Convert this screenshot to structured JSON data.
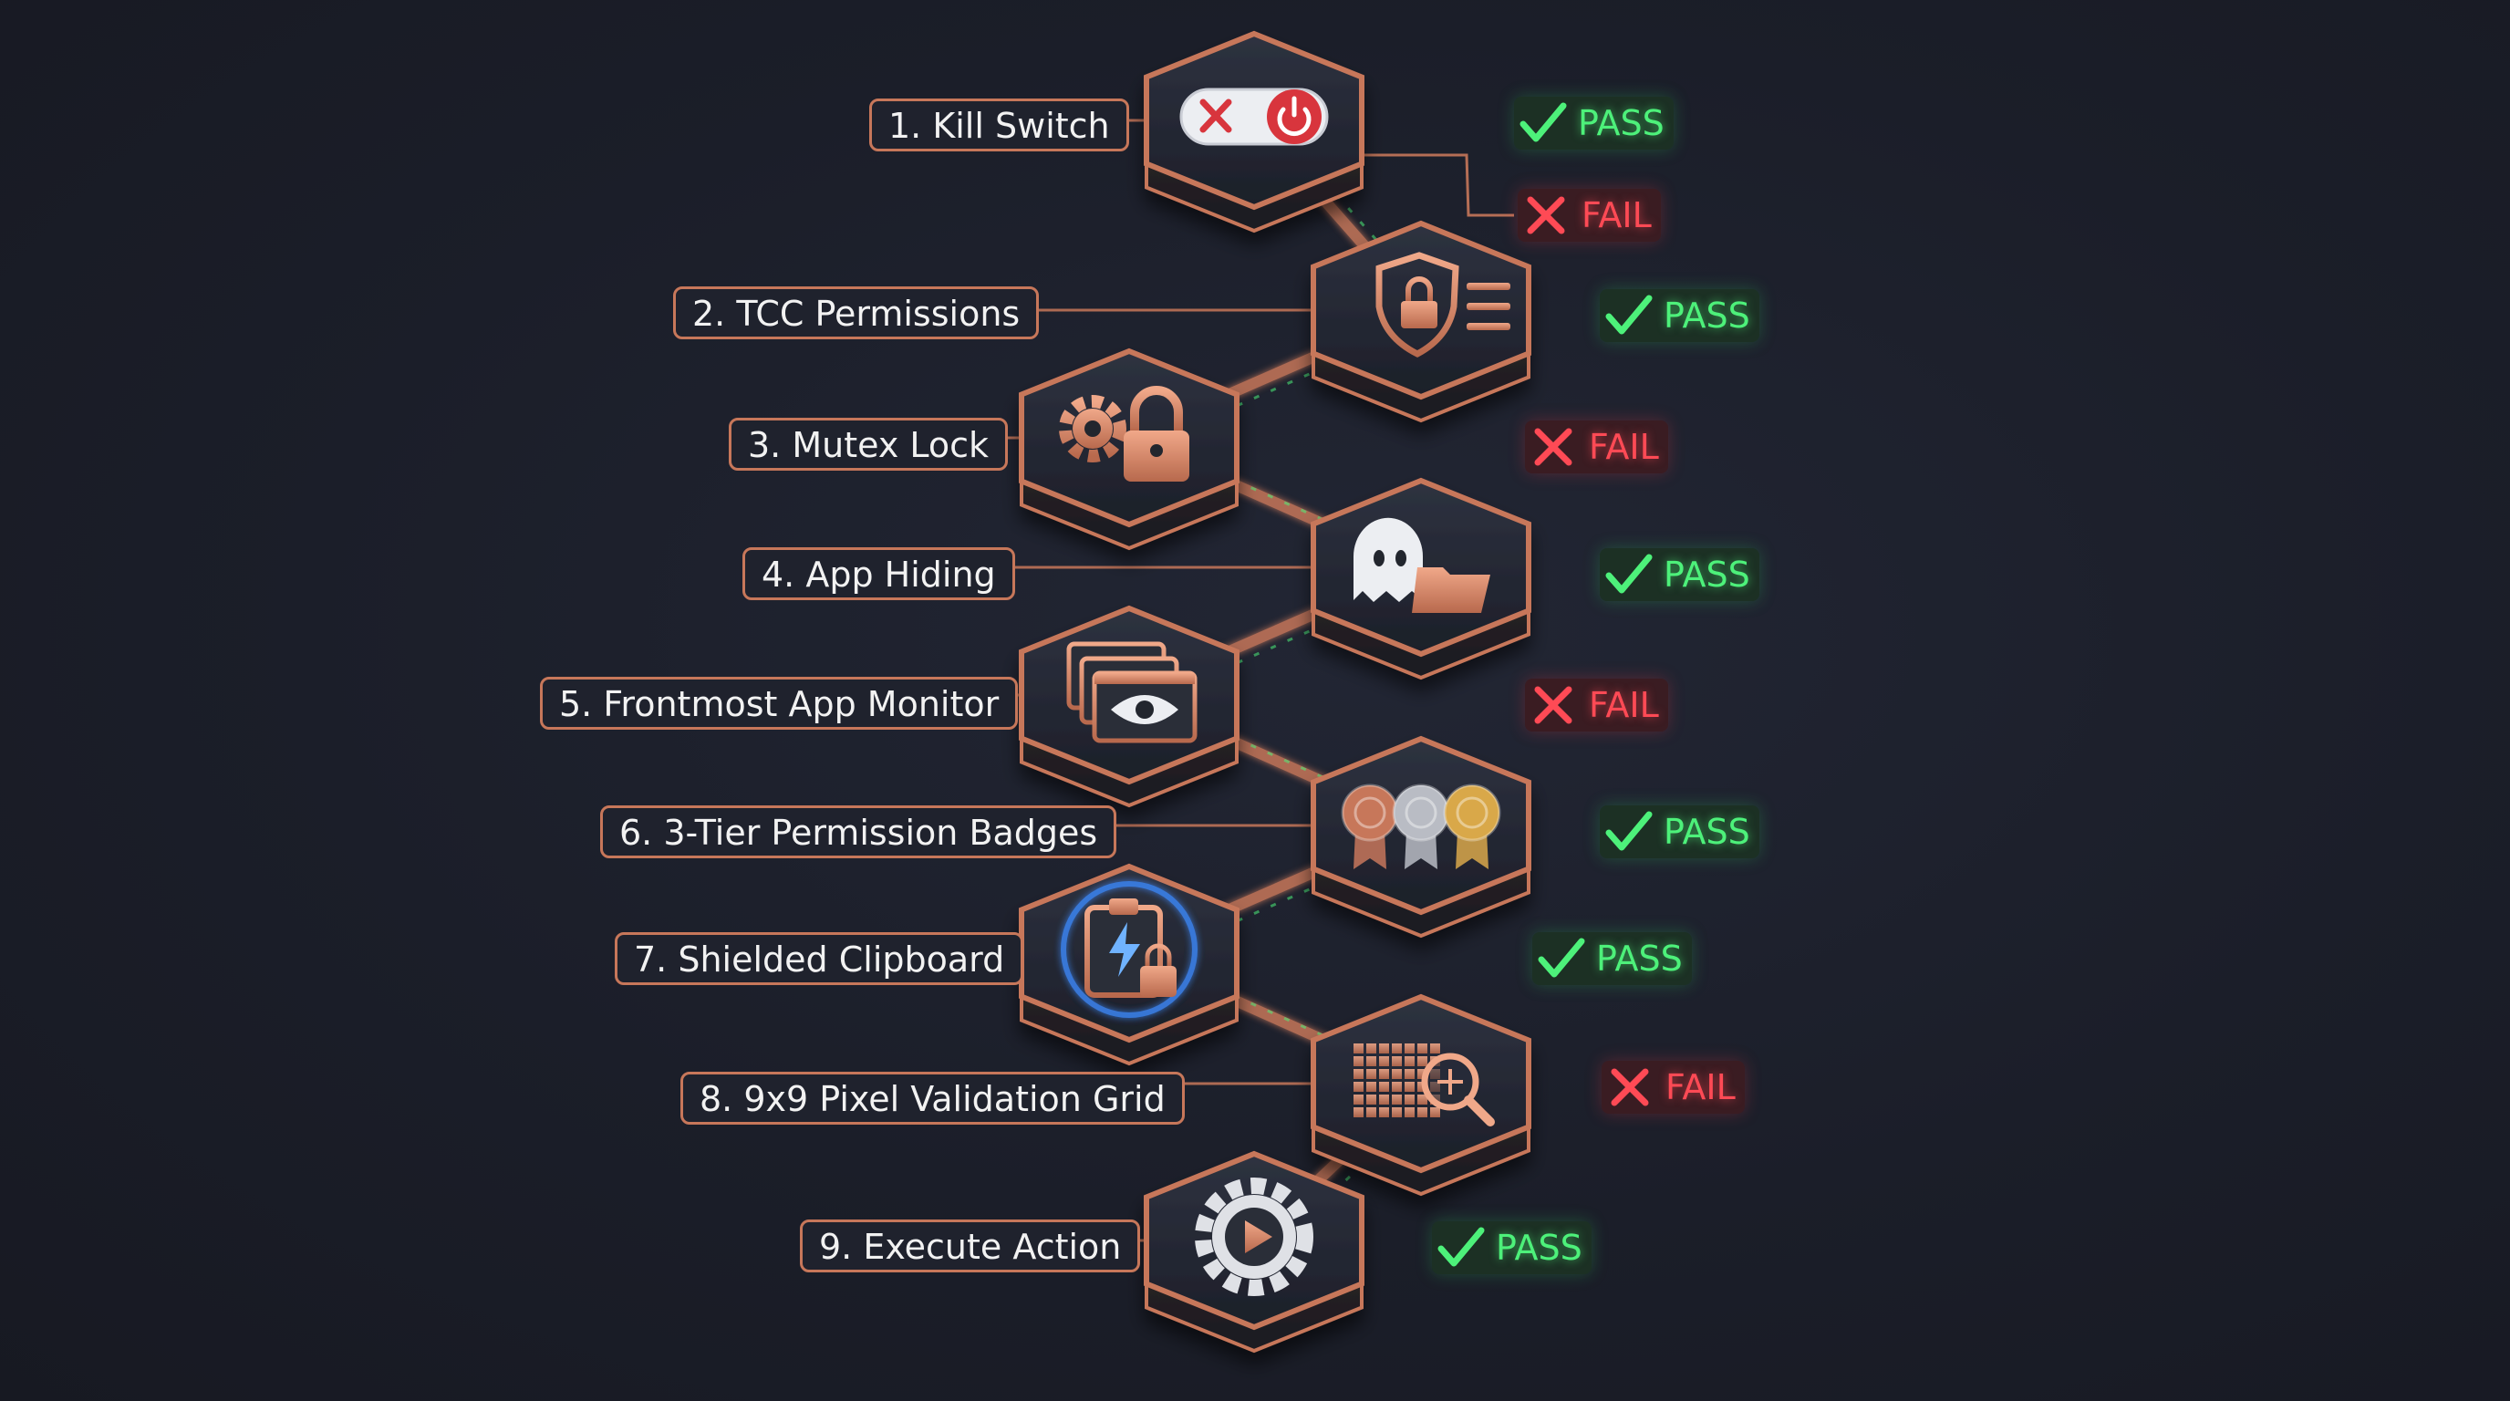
{
  "colors": {
    "copper": "#c7775a",
    "pass": "#4df17a",
    "fail": "#ff4a55",
    "background": "#1b1e29"
  },
  "steps": [
    {
      "label": "1. Kill Switch",
      "status": "PASS",
      "icon": "kill-switch-toggle-icon"
    },
    {
      "label": "2. TCC Permissions",
      "status": "PASS",
      "icon": "shield-lock-icon"
    },
    {
      "label": "3. Mutex Lock",
      "status": "FAIL",
      "icon": "gear-lock-icon"
    },
    {
      "label": "4. App Hiding",
      "status": "PASS",
      "icon": "ghost-folder-icon"
    },
    {
      "label": "5. Frontmost App Monitor",
      "status": "FAIL",
      "icon": "windows-eye-icon"
    },
    {
      "label": "6. 3-Tier Permission Badges",
      "status": "PASS",
      "icon": "badges-icon"
    },
    {
      "label": "7. Shielded Clipboard",
      "status": "PASS",
      "icon": "clipboard-lock-icon"
    },
    {
      "label": "8. 9x9 Pixel Validation Grid",
      "status": "FAIL",
      "icon": "grid-magnifier-icon"
    },
    {
      "label": "9. Execute Action",
      "status": "PASS",
      "icon": "gear-play-icon"
    }
  ],
  "extra_fail": {
    "status": "FAIL"
  }
}
